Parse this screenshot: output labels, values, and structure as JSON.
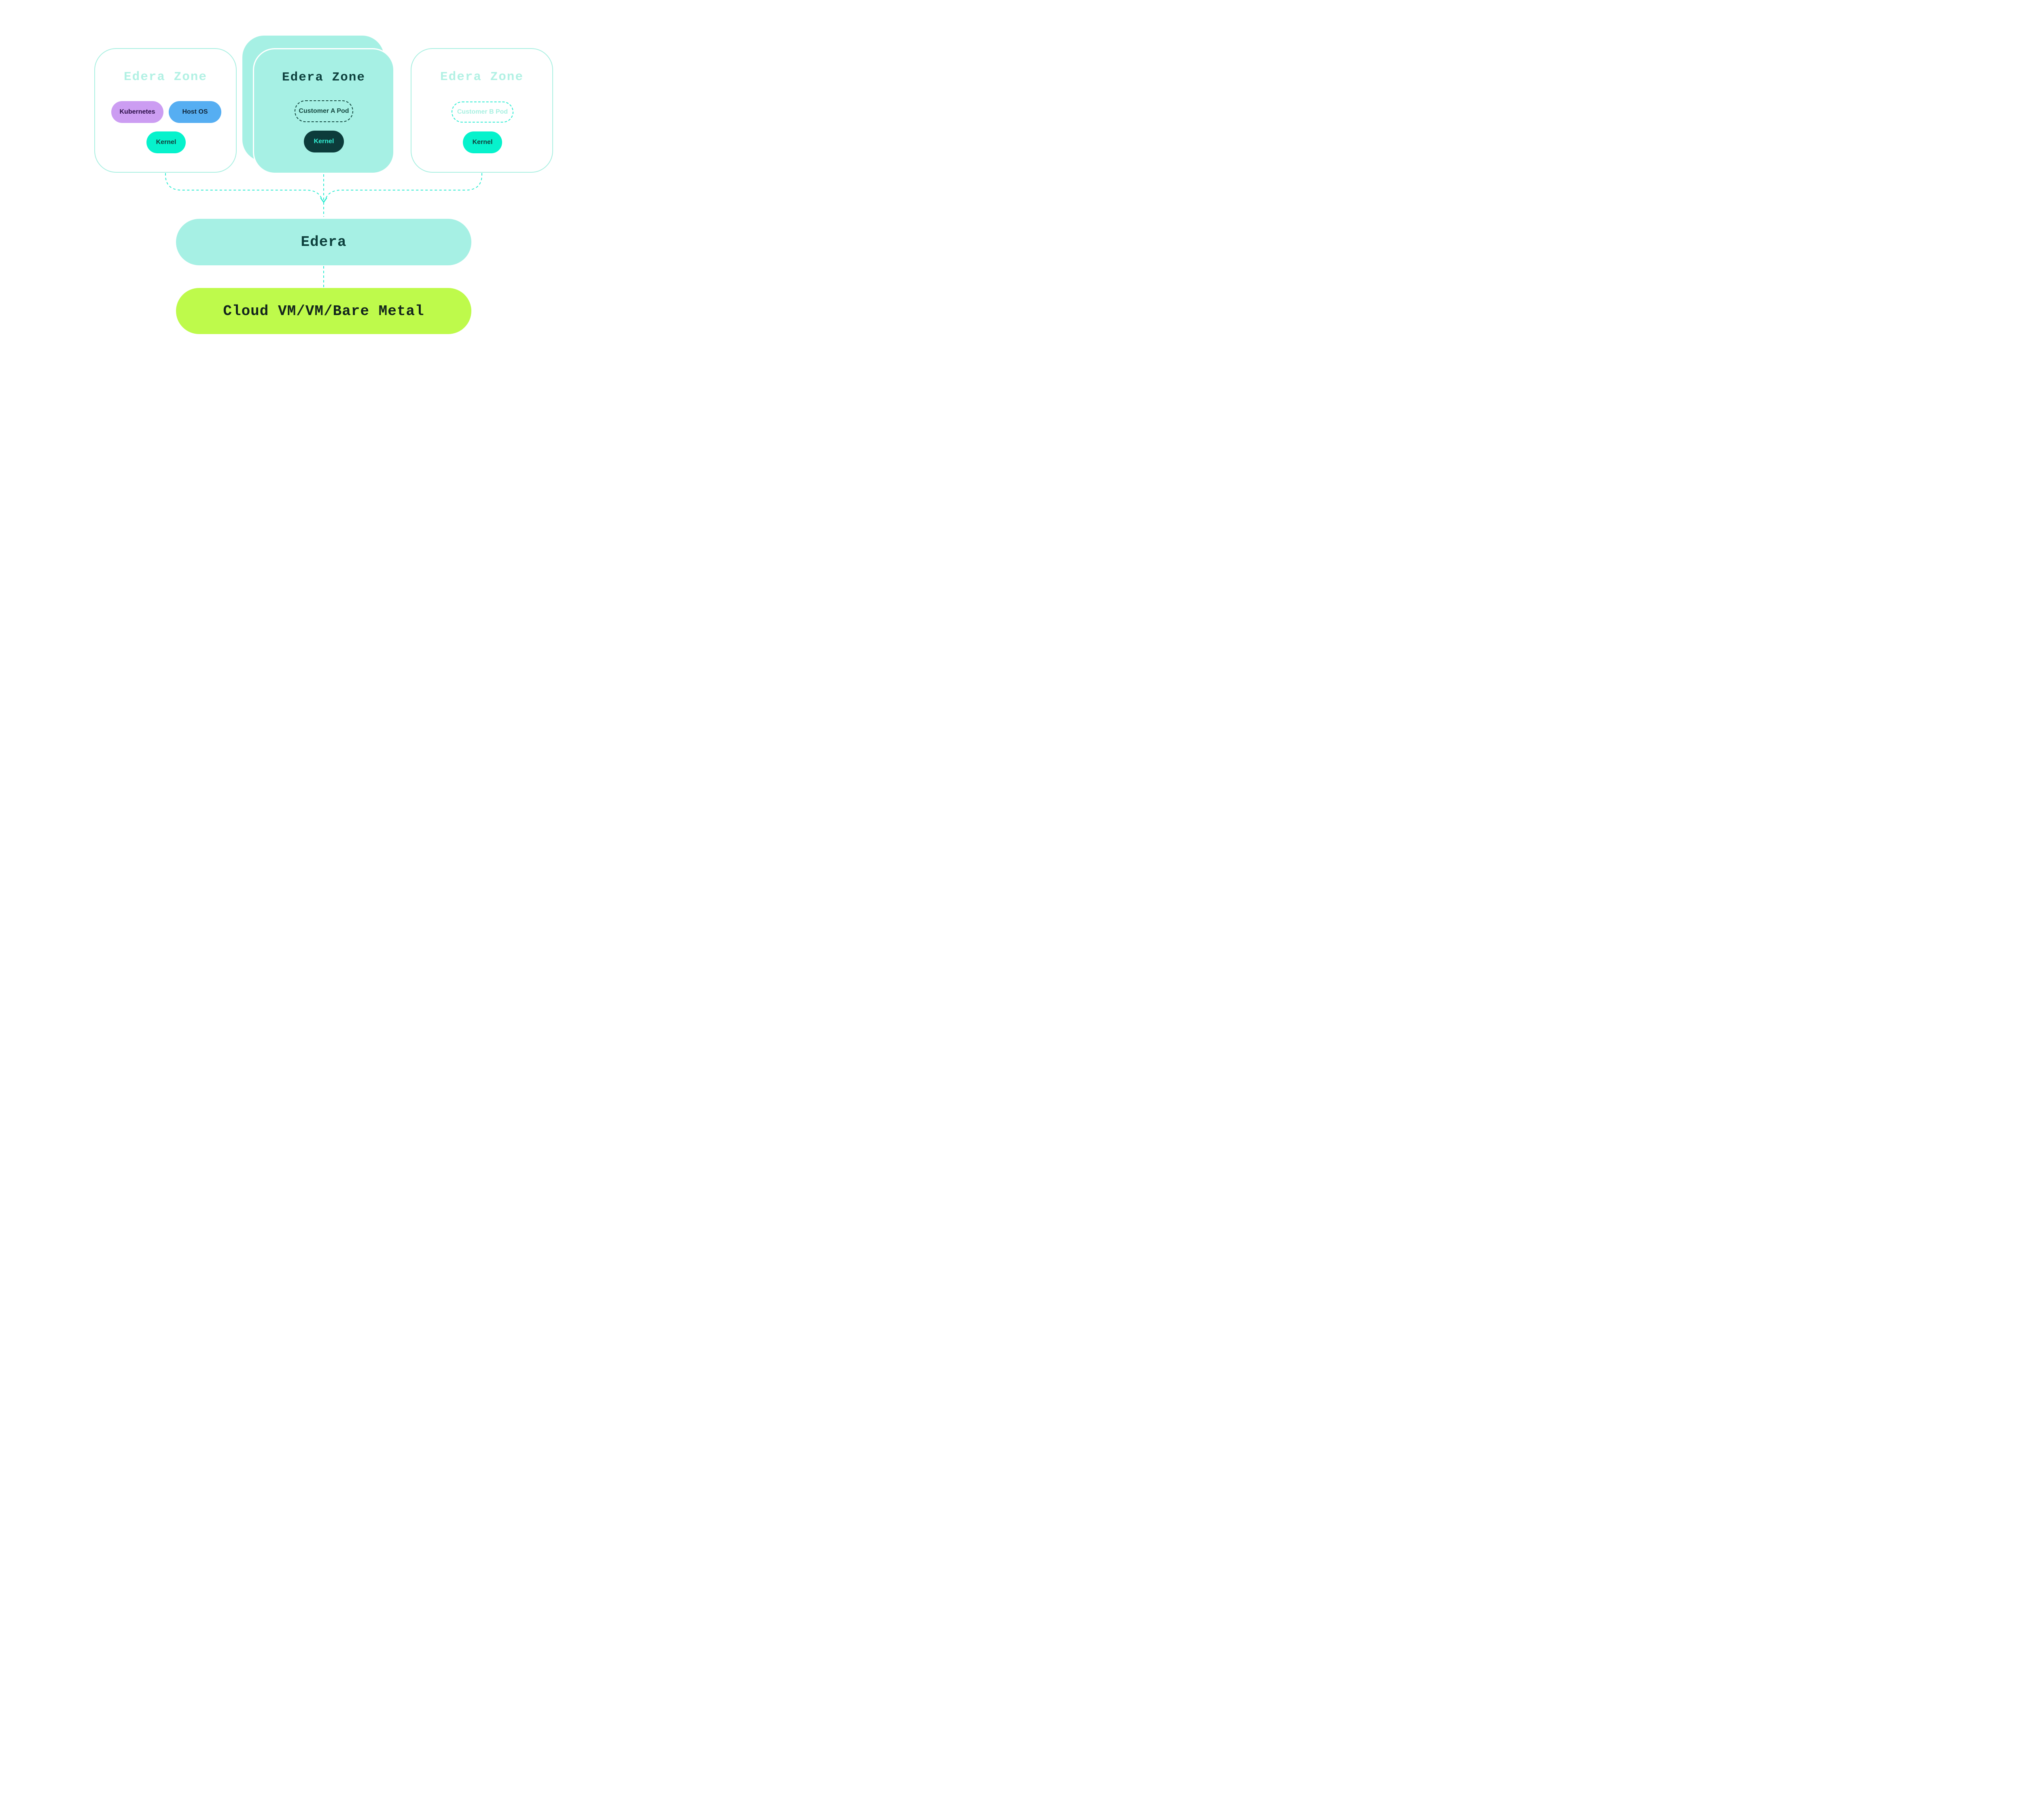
{
  "diagram": {
    "zones": [
      {
        "title": "Edera Zone",
        "style": "outlined",
        "pills": [
          {
            "label": "Kubernetes",
            "fill": "#CC9DF2",
            "text_color": "#2A0D47"
          },
          {
            "label": "Host OS",
            "fill": "#56AEF2",
            "text_color": "#0F2438"
          },
          {
            "label": "Kernel",
            "fill": "#06F2CC",
            "text_color": "#113C3A"
          }
        ]
      },
      {
        "title": "Edera Zone",
        "style": "filled-stacked-cards",
        "pills": [
          {
            "label": "Customer A Pod",
            "style": "dashed-outline",
            "border_color": "#14473F",
            "text_color": "#14473F"
          },
          {
            "label": "Kernel",
            "fill": "#0C3C3B",
            "text_color": "#32EFD4"
          }
        ]
      },
      {
        "title": "Edera Zone",
        "style": "outlined-muted",
        "pills": [
          {
            "label": "Customer B Pod",
            "style": "dashed-outline",
            "border_color": "#2FEDD3",
            "text_color": "#A8F0E1"
          },
          {
            "label": "Kernel",
            "fill": "#06F2CC",
            "text_color": "#113C3A"
          }
        ]
      }
    ],
    "platform": {
      "label": "Edera"
    },
    "infrastructure": {
      "label": "Cloud VM/VM/Bare Metal"
    },
    "colors": {
      "mint_fill": "#A6F0E4",
      "mint_border": "#ABF0E2",
      "muted_title": "#B2F1E4",
      "dark_teal": "#0D403D",
      "connector_teal": "#2DEBD1",
      "lime": "#BEFA4B",
      "bright_teal": "#06F2CC",
      "lavender": "#CC9DF2",
      "blue": "#56AEF2"
    }
  }
}
